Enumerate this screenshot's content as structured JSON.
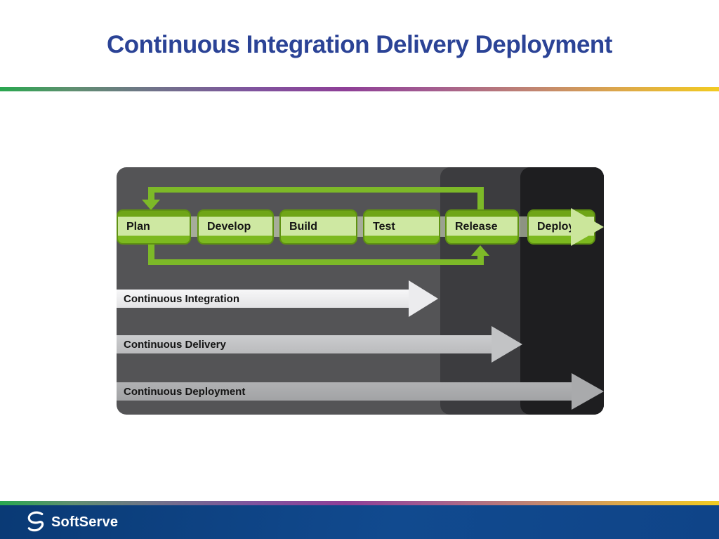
{
  "title": {
    "text": "Continuous Integration Delivery Deployment",
    "color": "#2B4396"
  },
  "accent_bar": {
    "gradient_colors": [
      "#29A74F",
      "#71718B",
      "#8E3F97",
      "#C08472",
      "#DCA74B",
      "#F2CB21"
    ]
  },
  "diagram": {
    "stages": [
      "Plan",
      "Develop",
      "Build",
      "Test",
      "Release",
      "Deploy"
    ],
    "flows": [
      {
        "label": "Continuous Integration",
        "color": "#ECECEE"
      },
      {
        "label": "Continuous Delivery",
        "color": "#C2C3C5"
      },
      {
        "label": "Continuous Deployment",
        "color": "#A9AAAC"
      }
    ],
    "loop_color": "#7DB928",
    "band_color": "#CBE69B",
    "zone_colors": {
      "base": "#545456",
      "release_zone": "#3C3C3F",
      "deploy_zone": "#1E1E20"
    },
    "stage_colors": {
      "top": "#6FA517",
      "middle": "#CEE8A2",
      "bottom": "#7CB91F"
    }
  },
  "footer": {
    "brand": "SoftServe",
    "bar_color": "#114A8F"
  }
}
